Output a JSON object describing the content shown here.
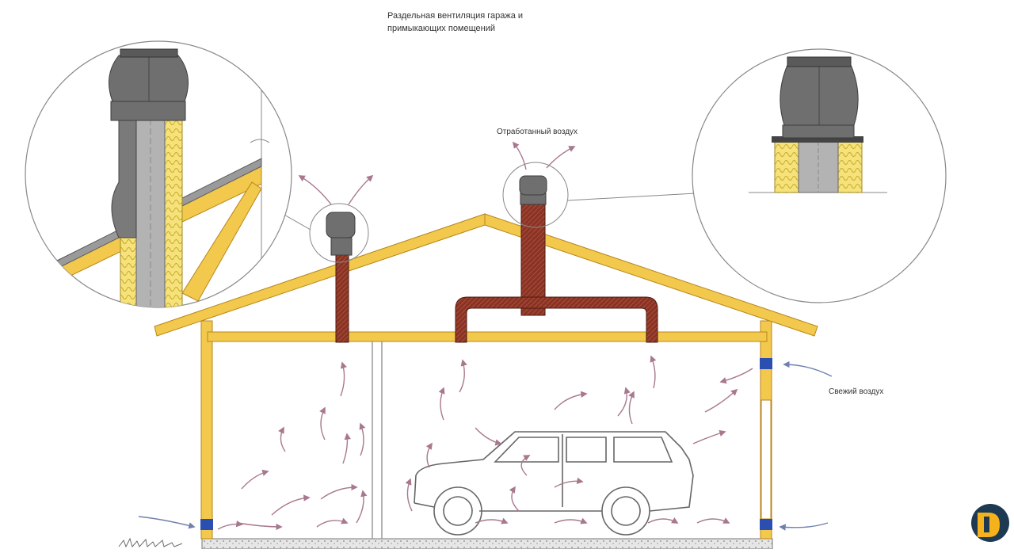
{
  "title_line1": "Раздельная вентиляция гаража и",
  "title_line2": "примыкающих помещений",
  "label_exhaust_air": "Отработанный воздух",
  "label_fresh_air": "Свежий воздух",
  "colors": {
    "timber": "#f2c94c",
    "timber_edge": "#b8861b",
    "duct": "#8a3324",
    "duct_edge": "#4e1a12",
    "deflector": "#6f6f6f",
    "insulation": "#f5e27a",
    "pipe_gray": "#b3b3b3",
    "air_arrow": "#a8788e",
    "fresh_arrow": "#6f7fb0",
    "grille": "#2a4fb0",
    "logo_dark": "#1d3a52",
    "logo_yellow": "#f6b21b"
  }
}
